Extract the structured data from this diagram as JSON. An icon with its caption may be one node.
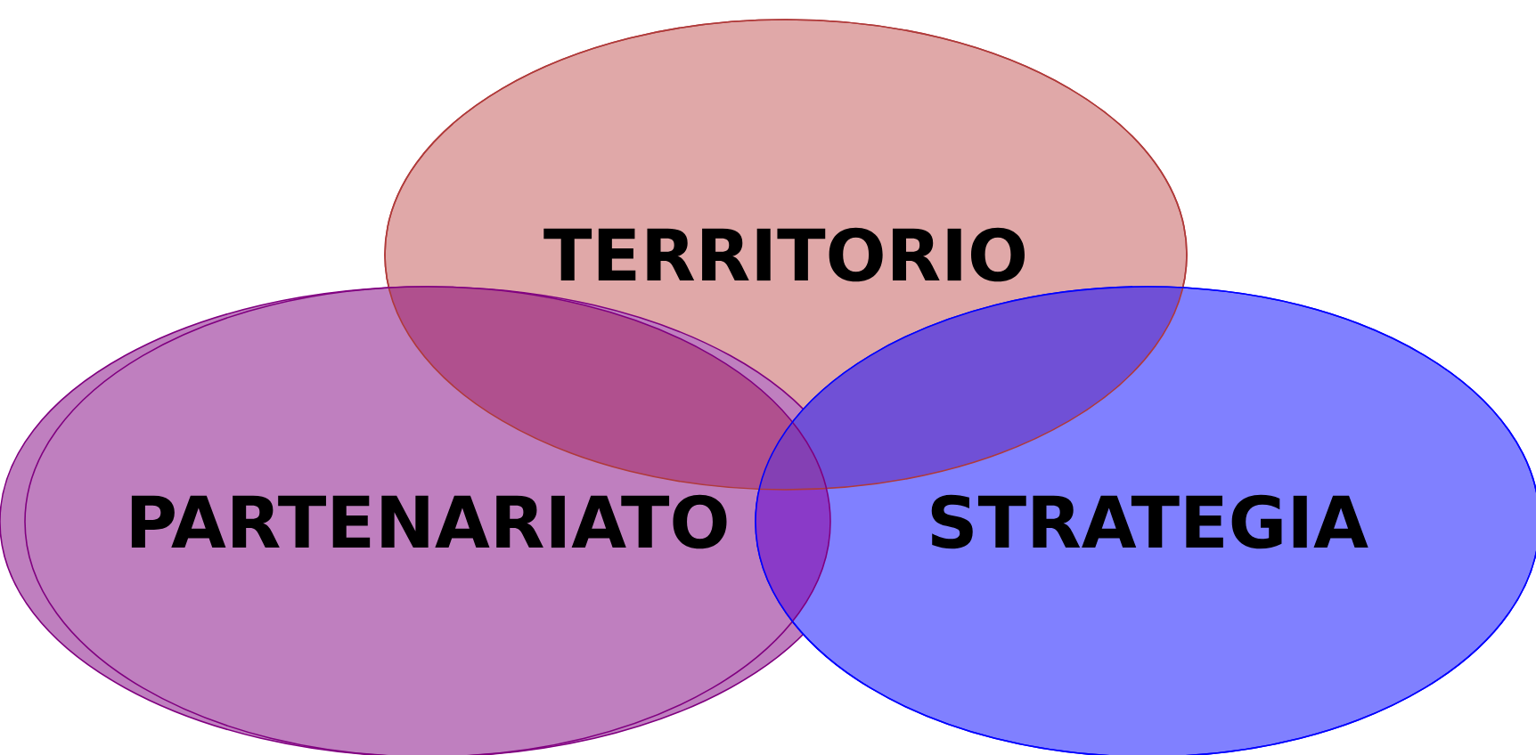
{
  "diagram": {
    "nodes": [
      {
        "text": [
          "TERRITORIO"
        ]
      },
      {
        "text": [
          "PARTENARIATO"
        ]
      },
      {
        "text": [
          "STRATEGIA"
        ]
      }
    ]
  }
}
